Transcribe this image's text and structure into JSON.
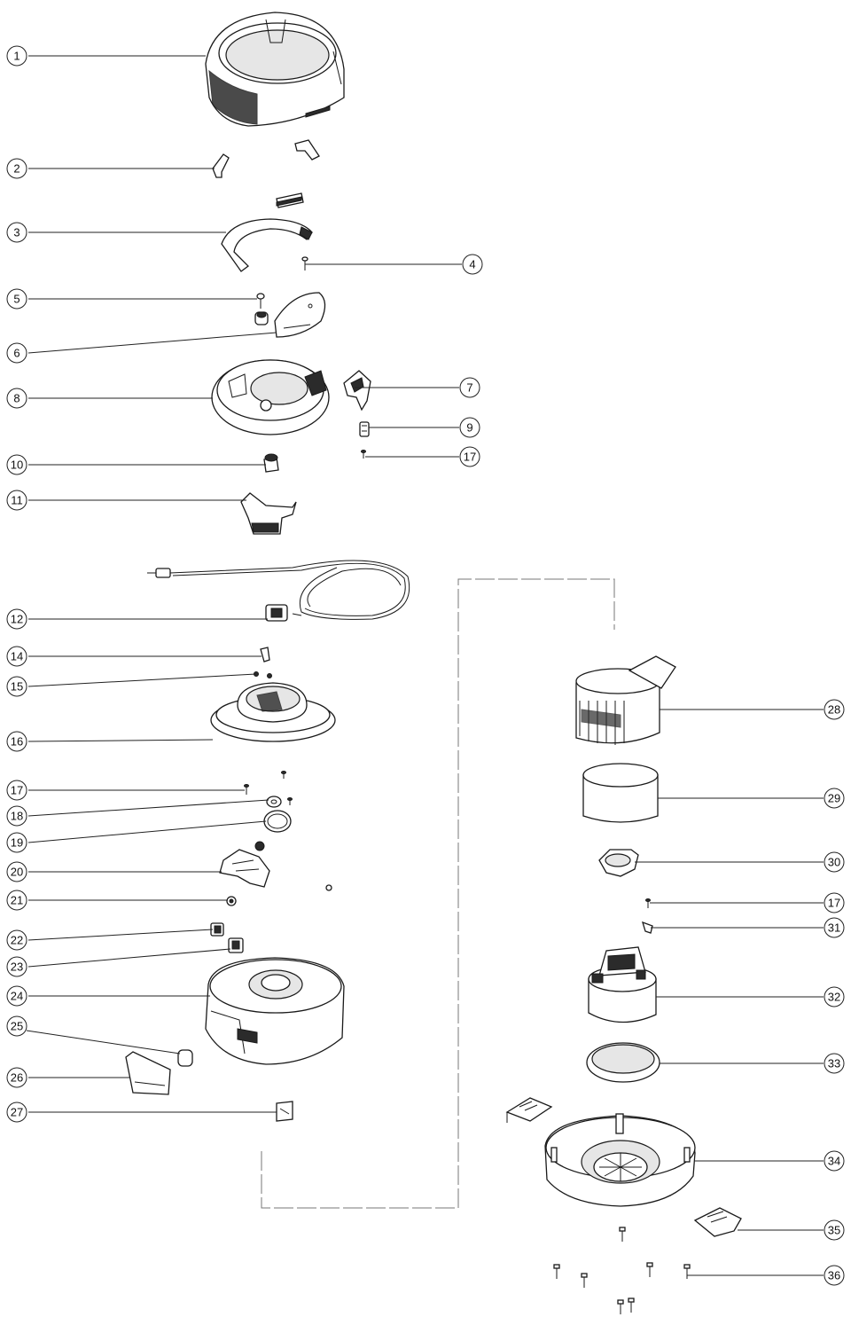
{
  "diagram": {
    "callouts": [
      {
        "id": "c1",
        "label": "1"
      },
      {
        "id": "c2",
        "label": "2"
      },
      {
        "id": "c3",
        "label": "3"
      },
      {
        "id": "c4",
        "label": "4"
      },
      {
        "id": "c5",
        "label": "5"
      },
      {
        "id": "c6",
        "label": "6"
      },
      {
        "id": "c7",
        "label": "7"
      },
      {
        "id": "c8",
        "label": "8"
      },
      {
        "id": "c9",
        "label": "9"
      },
      {
        "id": "c17a",
        "label": "17"
      },
      {
        "id": "c10",
        "label": "10"
      },
      {
        "id": "c11",
        "label": "11"
      },
      {
        "id": "c12",
        "label": "12"
      },
      {
        "id": "c14",
        "label": "14"
      },
      {
        "id": "c15",
        "label": "15"
      },
      {
        "id": "c16",
        "label": "16"
      },
      {
        "id": "c17b",
        "label": "17"
      },
      {
        "id": "c18",
        "label": "18"
      },
      {
        "id": "c19",
        "label": "19"
      },
      {
        "id": "c20",
        "label": "20"
      },
      {
        "id": "c21",
        "label": "21"
      },
      {
        "id": "c22",
        "label": "22"
      },
      {
        "id": "c23",
        "label": "23"
      },
      {
        "id": "c24",
        "label": "24"
      },
      {
        "id": "c25",
        "label": "25"
      },
      {
        "id": "c26",
        "label": "26"
      },
      {
        "id": "c27",
        "label": "27"
      },
      {
        "id": "c28",
        "label": "28"
      },
      {
        "id": "c29",
        "label": "29"
      },
      {
        "id": "c30",
        "label": "30"
      },
      {
        "id": "c17c",
        "label": "17"
      },
      {
        "id": "c31",
        "label": "31"
      },
      {
        "id": "c32",
        "label": "32"
      },
      {
        "id": "c33",
        "label": "33"
      },
      {
        "id": "c34",
        "label": "34"
      },
      {
        "id": "c35",
        "label": "35"
      },
      {
        "id": "c36",
        "label": "36"
      }
    ]
  }
}
